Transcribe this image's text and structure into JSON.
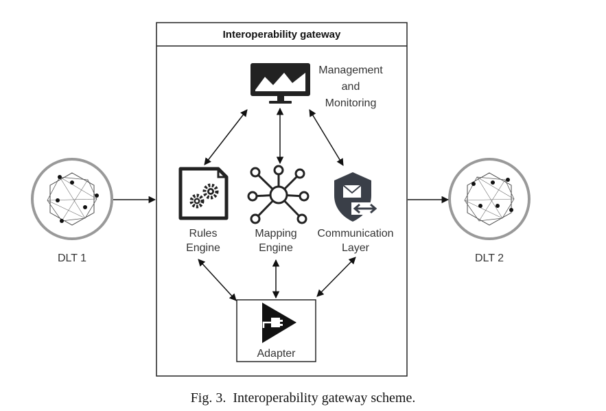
{
  "gateway": {
    "title": "Interoperability gateway"
  },
  "nodes": {
    "dlt1": "DLT 1",
    "dlt2": "DLT 2",
    "management": [
      "Management",
      "and",
      "Monitoring"
    ],
    "rules": [
      "Rules",
      "Engine"
    ],
    "mapping": [
      "Mapping",
      "Engine"
    ],
    "communication": [
      "Communication",
      "Layer"
    ],
    "adapter": "Adapter"
  },
  "caption": "Fig. 3.  Interoperability gateway scheme."
}
